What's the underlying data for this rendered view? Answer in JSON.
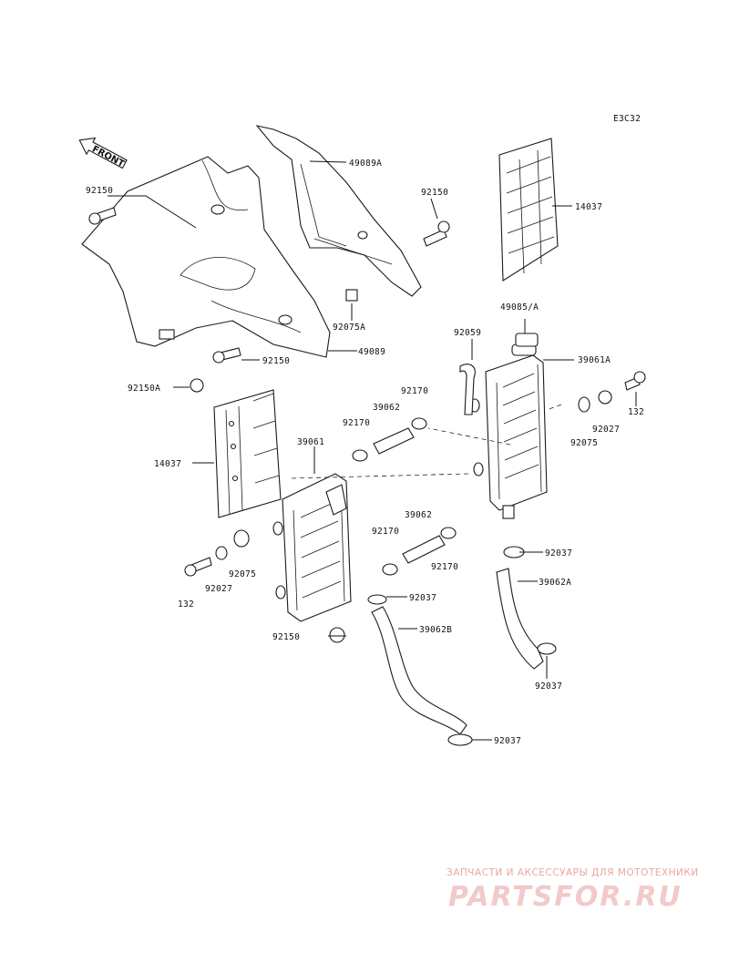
{
  "diagram": {
    "code": "E3C32",
    "front_label": "FRONT",
    "callouts": {
      "c49089A": "49089A",
      "c92150_top_left": "92150",
      "c92150_top_right": "92150",
      "c14037_right": "14037",
      "c92075A": "92075A",
      "c49085A": "49085/A",
      "c92059": "92059",
      "c39061A": "39061A",
      "c92150_mid": "92150",
      "c49089": "49089",
      "c92150A": "92150A",
      "c132_right": "132",
      "c92170_a": "92170",
      "c39062_a": "39062",
      "c92027_right": "92027",
      "c92170_b": "92170",
      "c92075_right": "92075",
      "c39061": "39061",
      "c14037_left": "14037",
      "c39062_b": "39062",
      "c92170_c": "92170",
      "c92037_a": "92037",
      "c92170_d": "92170",
      "c92075_left": "92075",
      "c92027_left": "92027",
      "c39062A": "39062A",
      "c132_left": "132",
      "c92037_b": "92037",
      "c92150_bottom": "92150",
      "c39062B": "39062B",
      "c92037_c": "92037",
      "c92037_d": "92037"
    }
  },
  "watermark": {
    "caption": "ЗАПЧАСТИ И АКСЕССУАРЫ ДЛЯ МОТОТЕХНИКИ",
    "logo": "PARTSFOR.RU"
  }
}
